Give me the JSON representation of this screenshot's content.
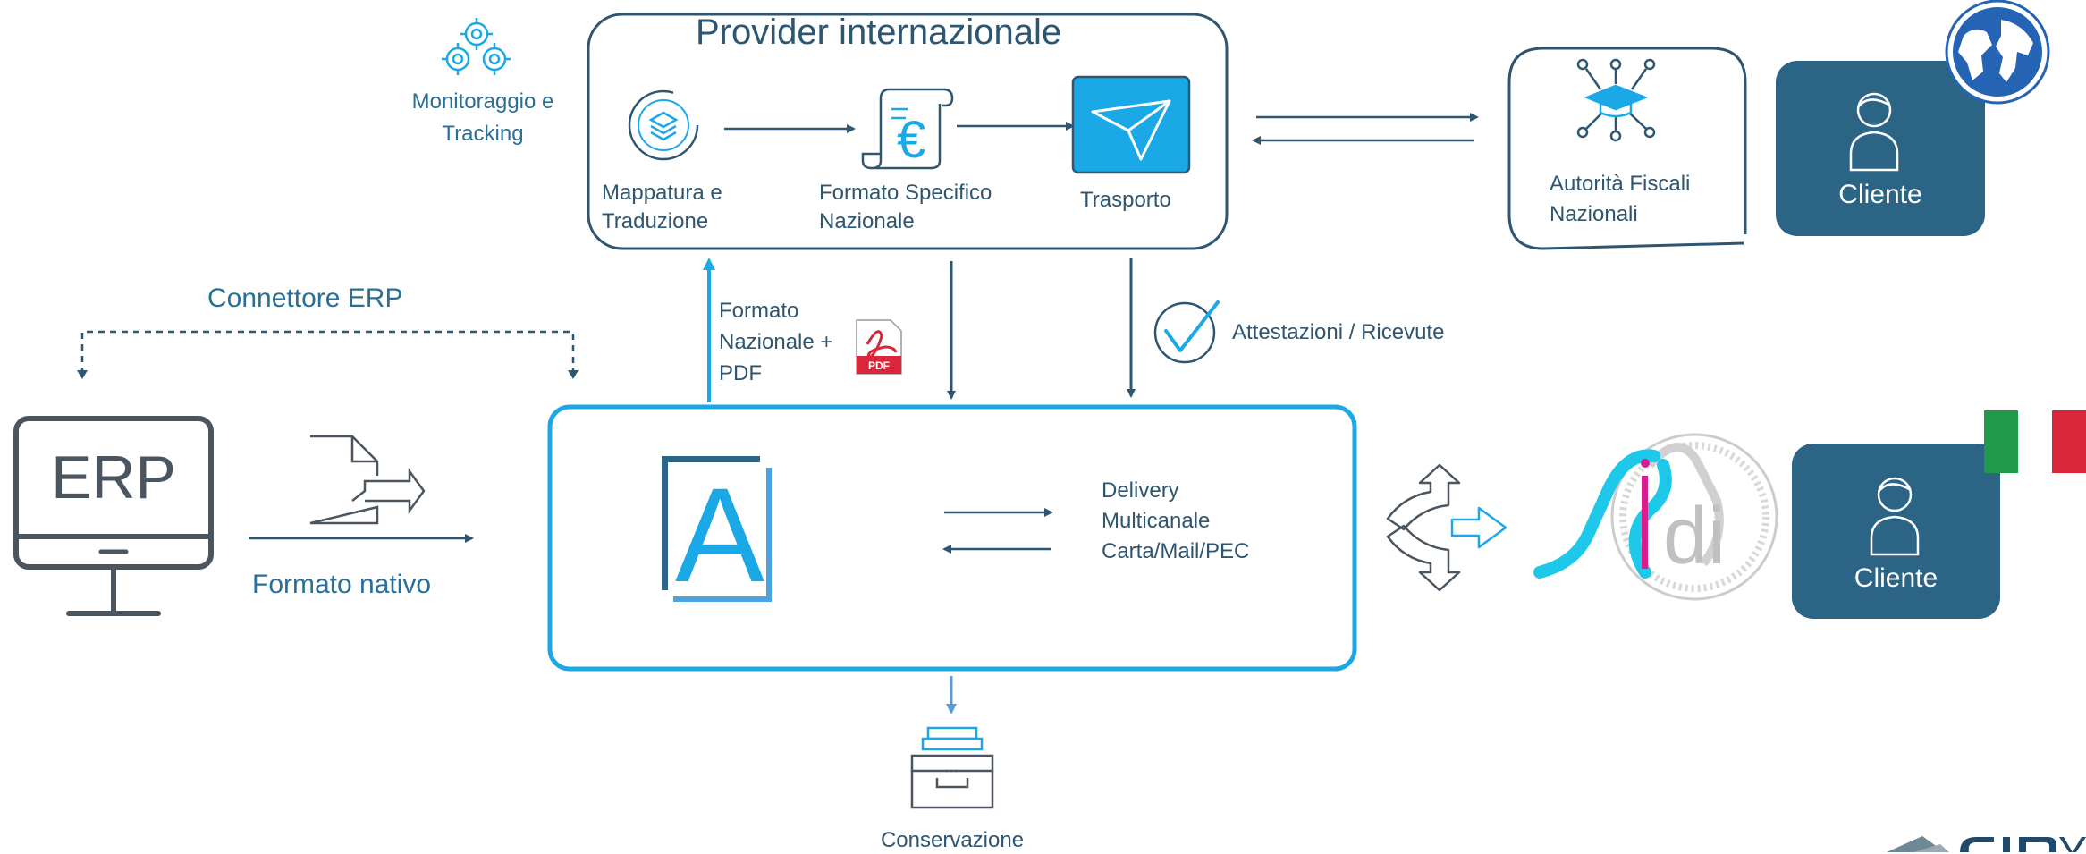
{
  "provider": {
    "title": "Provider internazionale",
    "steps": [
      {
        "label": "Mappatura e\nTraduzione",
        "icon": "layers-sync-icon"
      },
      {
        "label": "Formato Specifico\nNazionale",
        "icon": "euro-receipt-icon"
      },
      {
        "label": "Trasporto",
        "icon": "paper-plane-icon"
      }
    ]
  },
  "monitoring": {
    "label_line1": "Monitoraggio e",
    "label_line2": "Tracking",
    "icon": "gears-icon"
  },
  "authority": {
    "label_line1": "Autorità Fiscali",
    "label_line2": "Nazionali",
    "icon": "graduation-network-icon"
  },
  "cliente_intl": {
    "label": "Cliente",
    "icon": "user-icon",
    "badge_icon": "globe-icon"
  },
  "cliente_it": {
    "label": "Cliente",
    "icon": "user-icon",
    "badge_icon": "italy-flag-icon"
  },
  "erp": {
    "screen_text": "ERP",
    "connector_label": "Connettore ERP",
    "format_label": "Formato nativo"
  },
  "upload": {
    "line1": "Formato",
    "line2": "Nazionale +",
    "line3": "PDF",
    "pdf_badge": "PDF"
  },
  "receipts": {
    "label": "Attestazioni / Ricevute",
    "icon": "check-circle-icon"
  },
  "hub": {
    "logo_letter": "A",
    "delivery_line1": "Delivery",
    "delivery_line2": "Multicanale",
    "delivery_line3": "Carta/Mail/PEC"
  },
  "sdi": {
    "logo_text": "di",
    "icon": "sdi-seal-icon"
  },
  "archive": {
    "label": "Conservazione",
    "icon": "archive-drawer-icon"
  },
  "colors": {
    "dark": "#2f5670",
    "accent": "#1aa9e6",
    "box_fill": "#2b6485",
    "italy_green": "#1e9a4a",
    "italy_red": "#d9263b"
  }
}
